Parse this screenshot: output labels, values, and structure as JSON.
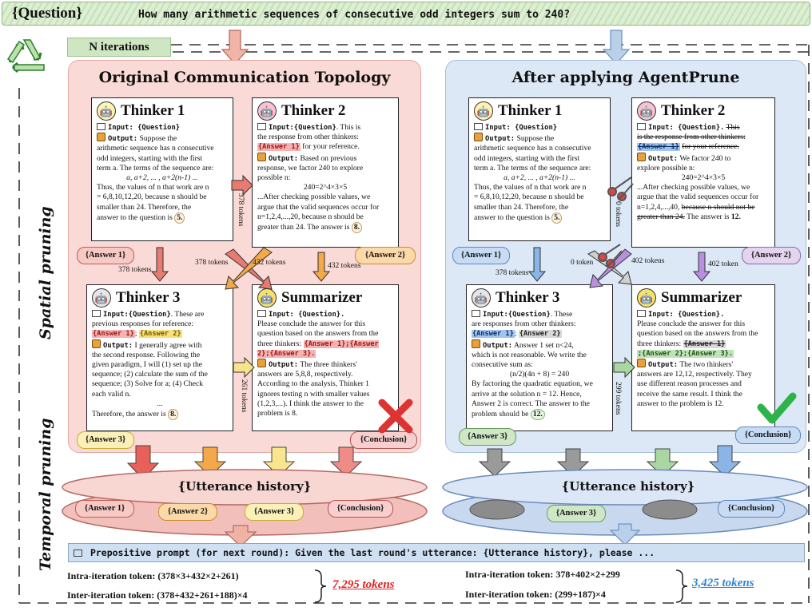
{
  "question": {
    "tag": "{Question}",
    "text": "How many arithmetic sequences of consecutive odd integers sum to 240?"
  },
  "n_iterations": "N iterations",
  "side_labels": {
    "spatial": "Spatial pruning",
    "temporal": "Temporal pruning"
  },
  "left": {
    "title": "Original Communication Topology",
    "thinker1": {
      "title": "Thinker 1",
      "input_label": "Input: {Question}",
      "output_label": "Output:",
      "lines": [
        "Suppose the",
        "arithmetic sequence has n consecutive",
        "odd integers, starting with the first",
        "term a. The terms of the sequence are:",
        "a, a+2, ... , a+2(n-1) ...",
        "Thus, the values of n that work are n",
        "= 6,8,10,12,20, because n should be",
        "smaller than 24. Therefore, the",
        "answer to the question is"
      ],
      "answer": "5."
    },
    "thinker2": {
      "title": "Thinker 2",
      "input_label": "Input:{Question}",
      "input_tail": ". This is",
      "line2": "the response from other thinkers:",
      "ref": "{Answer 1}",
      "ref_tail": "for your reference.",
      "output_label": "Output:",
      "out_lines": [
        "Based on previous",
        "response, we factor 240 to explore",
        "possible n:"
      ],
      "eq": "240=2^4×3×5",
      "tail_lines": [
        "...After checking possible values, we",
        "argue that the valid sequences occur for",
        "n=1,2,4,...,20, because n should be",
        "greater than 24. The answer is"
      ],
      "answer": "8."
    },
    "thinker3": {
      "title": "Thinker 3",
      "input_label": "Input:{Question}",
      "input_tail": ". These are",
      "line2": "previous responses for reference:",
      "ref1": "{Answer 1}",
      "sep": ";",
      "ref2": "{Answer 2}",
      "output_label": "Output:",
      "out_lines": [
        "I generally agree with",
        "the second response. Following the",
        "given paradigm, I will (1) set up the",
        "sequence; (2) calculate the sum of the",
        "sequence; (3) Solve for a; (4) Check",
        "each valid n."
      ],
      "dots": "...",
      "final": "Therefore, the answer is",
      "answer": "8."
    },
    "summarizer": {
      "title": "Summarizer",
      "input_label": "Input: {Question}.",
      "lines": [
        "Please conclude the answer for this",
        "question based on the answers from the"
      ],
      "line3": "three thinkers:",
      "refs": "{Answer 1};{Answer 2};{Answer 3}.",
      "output_label": "Output:",
      "out_lines": [
        "The three thinkers'",
        "answers are 5,8,8, respectively.",
        "According to the analysis, Thinker 1",
        "ignores testing n with smaller values",
        "(1,2,3,...). I think the answer to the",
        "problem is 8."
      ]
    },
    "pills": {
      "a1": "{Answer 1}",
      "a2": "{Answer 2}",
      "a3": "{Answer 3}",
      "conclusion": "{Conclusion}"
    },
    "tokens": {
      "t1": "378 tokens",
      "t2": "378 tokens",
      "t3": "378 tokens",
      "t4": "432 tokens",
      "t5": "432 tokens",
      "t6": "261 tokens"
    },
    "history": {
      "title": "{Utterance history}",
      "items": [
        "{Answer 1}",
        "{Answer 2}",
        "{Answer 3}",
        "{Conclusion}"
      ]
    }
  },
  "right": {
    "title": "After applying AgentPrune",
    "thinker1": {
      "title": "Thinker 1",
      "input_label": "Input: {Question}",
      "output_label": "Output:",
      "lines": [
        "Suppose the",
        "arithmetic sequence has n consecutive",
        "odd integers, starting with the first",
        "term a. The terms of the sequence are:",
        "a, a+2, ... , a+2(n-1) ...",
        "Thus, the values of n that work are n",
        "= 6,8,10,12,20, because n should be",
        "smaller than 24. Therefore, the",
        "answer to the question is"
      ],
      "answer": "5."
    },
    "thinker2": {
      "title": "Thinker 2",
      "input_label": "Input: {Question}.",
      "strike1": "This",
      "strike2": "is the response from other thinkers:",
      "ref": "{Answer 1}",
      "strike3": "for your reference.",
      "output_label": "Output:",
      "out_lines": [
        "We factor 240 to",
        "explore possible n:"
      ],
      "eq": "240=2^4×3×5",
      "tail_lines": [
        "...After checking possible values, we",
        "argue that the valid sequences occur for",
        "n=1,2,4,...,40,"
      ],
      "strike4": "because n should not be",
      "strike5": "greater than 24.",
      "final": "The answer is",
      "answer": "12."
    },
    "thinker3": {
      "title": "Thinker 3",
      "input_label": "Input:{Question}",
      "input_tail": ". These",
      "line2": "are responses from other thinkers:",
      "ref1": "{Answer 1}",
      "sep": ";",
      "ref2": "{Answer 2}",
      "output_label": "Output:",
      "out_lines": [
        "Answer 1 set n<24,",
        "which is not reasonable. We write the",
        "consecutive sum as:"
      ],
      "eq": "(n/2)(4n + 8) = 240",
      "tail_lines": [
        "By factoring the quadratic equation, we",
        "arrive at the solution n = 12. Hence,",
        "Answer 2 is correct. The answer to the",
        "problem should be"
      ],
      "answer": "12."
    },
    "summarizer": {
      "title": "Summarizer",
      "input_label": "Input: {Question}.",
      "lines": [
        "Please conclude the answer for this",
        "question based on the answers from the"
      ],
      "line3": "three thinkers:",
      "strike_ref": "{Answer 1}",
      "refs": ";{Answer 2};{Answer 3}.",
      "output_label": "Output:",
      "out_lines": [
        "The two thinkers'",
        "answers are 12,12, respectively. They",
        "use different reason processes and",
        "receive the same result. I think the",
        "answer to the problem is 12."
      ]
    },
    "pills": {
      "a1": "{Answer 1}",
      "a2": "{Answer 2}",
      "a3": "{Answer 3}",
      "conclusion": "{Conclusion}"
    },
    "tokens": {
      "t0": "0 tokens",
      "t1": "378 tokens",
      "t2": "0 token",
      "t3": "402 tokens",
      "t4": "402 token",
      "t5": "299 tokens"
    },
    "history": {
      "title": "{Utterance history}",
      "items": [
        "{Answer 3}",
        "{Conclusion}"
      ]
    }
  },
  "prompt": "Prepositive prompt (for next round): Given the last round's utterance: {Utterance history}, please ...",
  "cost_left": {
    "intra": "Intra-iteration token: (378×3+432×2+261)",
    "inter": "Inter-iteration token: (378+432+261+188)×4",
    "total": "7,295 tokens"
  },
  "cost_right": {
    "intra": "Intra-iteration token: 378+402×2+299",
    "inter": "Inter-iteration token: (299+187)×4",
    "total": "3,425 tokens"
  },
  "colors": {
    "red": "#d9534f",
    "orange": "#f0a030",
    "yellow": "#f5e27a",
    "blue": "#7fa7d8",
    "purple": "#b08fd0",
    "green": "#9ccf95",
    "total_left": "#e02020",
    "total_right": "#2f86d6"
  }
}
